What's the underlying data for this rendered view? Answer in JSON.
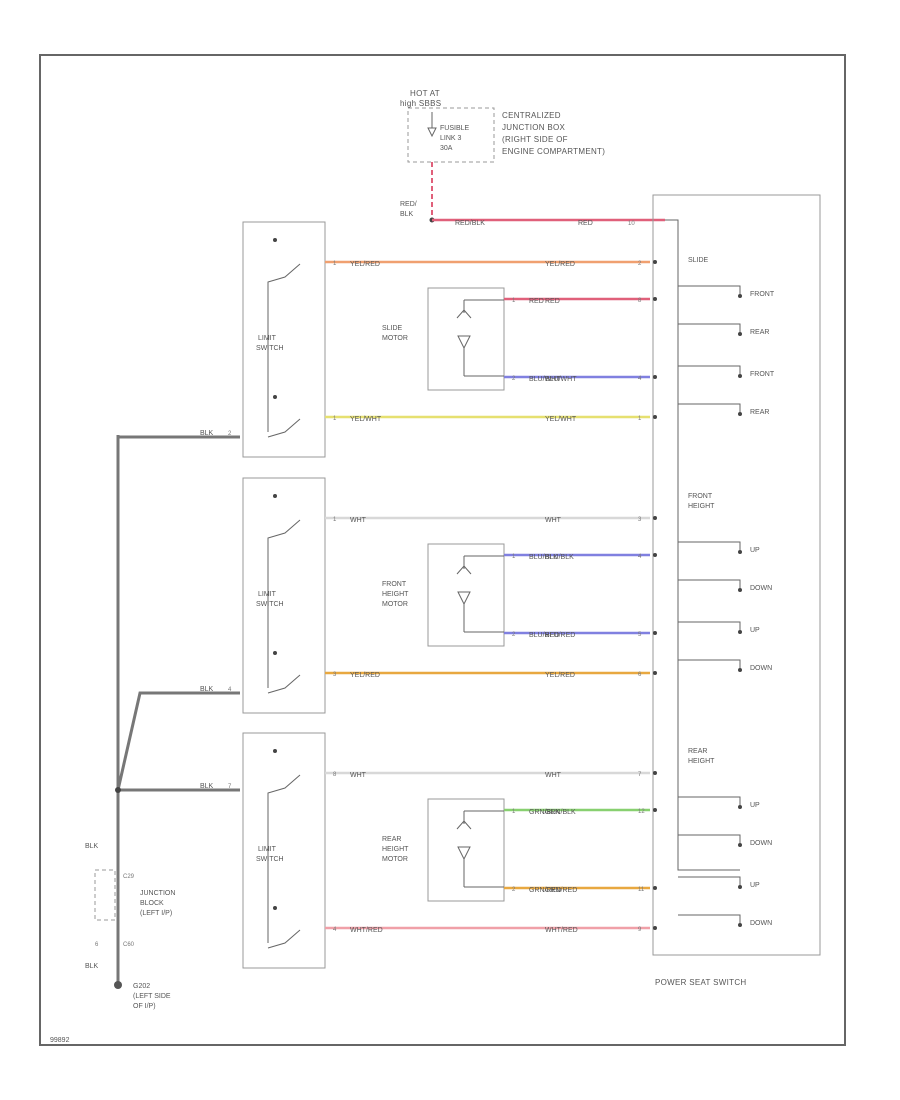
{
  "colors": {
    "red": "#e0607a",
    "orange": "#f0a070",
    "yellow": "#e6e070",
    "white": "#d8d8d8",
    "blue": "#8080e0",
    "green": "#88d070",
    "gold": "#e8a840",
    "pink": "#f0a0a8",
    "black": "#777777"
  },
  "power": {
    "hot_at": "HOT AT",
    "hot_at_sub": "high SBBS",
    "fusible_link": "FUSIBLE",
    "fusible_link_2": "LINK 3",
    "fusible_link_3": "30A",
    "junction_box": [
      "CENTRALIZED",
      "JUNCTION BOX",
      "(RIGHT SIDE OF",
      "ENGINE COMPARTMENT)"
    ],
    "feed_wire_1": "RED/",
    "feed_wire_2": "BLK"
  },
  "top_wire": {
    "label_left": "RED/BLK",
    "label_right": "RED",
    "pin": "10"
  },
  "groups": [
    {
      "switch_label": [
        "LIMIT",
        "SWITCH"
      ],
      "motor_label": [
        "SLIDE",
        "MOTOR"
      ],
      "gnd_label": "BLK",
      "gnd_pin": "2",
      "wires": [
        {
          "left": "YEL/RED",
          "right": "YEL/RED",
          "pin_l": "1",
          "pin_r": "2"
        },
        {
          "left": "RED",
          "right": "RED",
          "pin_l": "1",
          "pin_r": "8"
        },
        {
          "left": "BLU/WHT",
          "right": "BLU/WHT",
          "pin_l": "2",
          "pin_r": "4"
        },
        {
          "left": "YEL/WHT",
          "right": "YEL/WHT",
          "pin_l": "1",
          "pin_r": "1"
        }
      ],
      "pswitch_title": "SLIDE",
      "pswitch_labels": [
        "FRONT",
        "REAR",
        "FRONT",
        "REAR"
      ]
    },
    {
      "switch_label": [
        "LIMIT",
        "SWITCH"
      ],
      "motor_label": [
        "FRONT",
        "HEIGHT",
        "MOTOR"
      ],
      "gnd_label": "BLK",
      "gnd_pin": "4",
      "wires": [
        {
          "left": "WHT",
          "right": "WHT",
          "pin_l": "1",
          "pin_r": "3"
        },
        {
          "left": "BLU/BLK",
          "right": "BLU/BLK",
          "pin_l": "1",
          "pin_r": "4"
        },
        {
          "left": "BLU/RED",
          "right": "BLU/RED",
          "pin_l": "2",
          "pin_r": "5"
        },
        {
          "left": "YEL/RED",
          "right": "YEL/RED",
          "pin_l": "3",
          "pin_r": "6"
        }
      ],
      "pswitch_title": [
        "FRONT",
        "HEIGHT"
      ],
      "pswitch_labels": [
        "UP",
        "DOWN",
        "UP",
        "DOWN"
      ]
    },
    {
      "switch_label": [
        "LIMIT",
        "SWITCH"
      ],
      "motor_label": [
        "REAR",
        "HEIGHT",
        "MOTOR"
      ],
      "gnd_label": "BLK",
      "gnd_pin": "7",
      "wires": [
        {
          "left": "WHT",
          "right": "WHT",
          "pin_l": "8",
          "pin_r": "7"
        },
        {
          "left": "GRN/BLK",
          "right": "GRN/BLK",
          "pin_l": "1",
          "pin_r": "12"
        },
        {
          "left": "GRN/RED",
          "right": "GRN/RED",
          "pin_l": "2",
          "pin_r": "11"
        },
        {
          "left": "WHT/RED",
          "right": "WHT/RED",
          "pin_l": "4",
          "pin_r": "9"
        }
      ],
      "pswitch_title": [
        "REAR",
        "HEIGHT"
      ],
      "pswitch_labels": [
        "UP",
        "DOWN",
        "UP",
        "DOWN"
      ]
    }
  ],
  "ground": {
    "wire_top": "BLK",
    "jb_pin_top": "C29",
    "jb_label": [
      "JUNCTION",
      "BLOCK",
      "(LEFT I/P)"
    ],
    "jb_pin_bot": "C60",
    "pin_num": "6",
    "wire_bot": "BLK",
    "gnd_id": "G202",
    "gnd_loc": [
      "(LEFT SIDE",
      "OF I/P)"
    ]
  },
  "power_seat_switch": "POWER SEAT SWITCH",
  "footer_id": "99892"
}
